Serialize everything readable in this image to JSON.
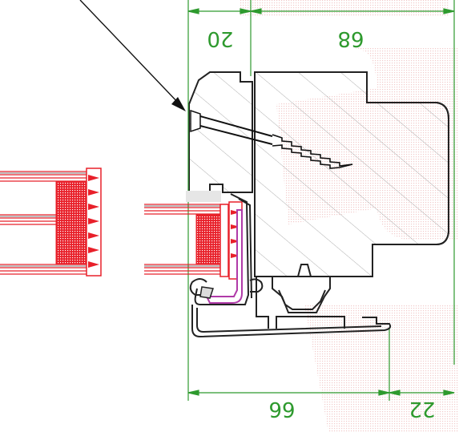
{
  "dimensions": {
    "top_left": "20",
    "top_right": "68",
    "bottom_left": "66",
    "bottom_right": "22"
  },
  "colors": {
    "dimension": "#2e9a2e",
    "glazing": "#e8202a",
    "outline": "#222222",
    "seal": "#b03aa8",
    "watermark": "#f4c8c8"
  },
  "icons": {
    "pointer": "arrow-icon",
    "screw": "screw-icon"
  }
}
